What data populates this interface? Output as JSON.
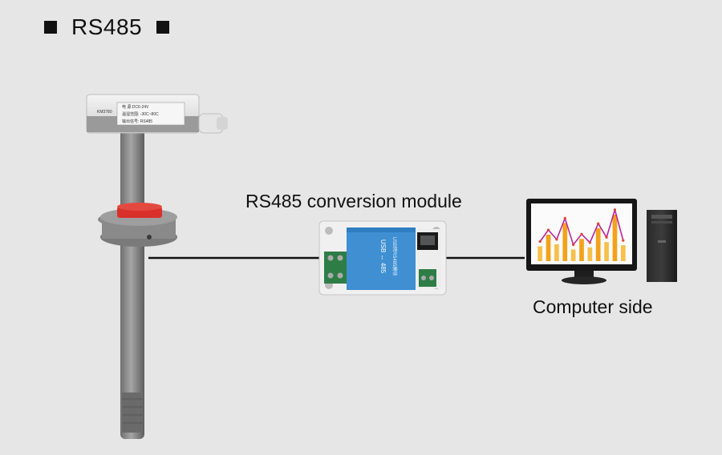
{
  "heading": "RS485",
  "module_label": "RS485 conversion module",
  "computer_label": "Computer side",
  "sensor": {
    "label_lines": [
      "电  源:DC6-24V",
      "温湿范围: -30C~80C",
      "输出信号: RS485"
    ],
    "brand": "KM3780"
  },
  "module": {
    "usb_text": "USB转RS485模块",
    "usb_485": "USB ↔ 485"
  },
  "chart_bars": [
    0.28,
    0.5,
    0.32,
    0.72,
    0.22,
    0.42,
    0.26,
    0.62,
    0.36,
    0.88,
    0.3
  ]
}
